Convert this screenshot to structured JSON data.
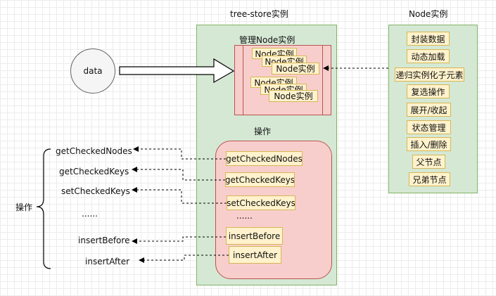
{
  "titles": {
    "tree_store": "tree-store实例",
    "node": "Node实例",
    "mgmt": "管理Node实例",
    "ops_group": "操作",
    "ops_left": "操作"
  },
  "data_label": "data",
  "node_instances": [
    "Node实例",
    "Node实例",
    "Node实例",
    "Node实例",
    "Node实例",
    "Node实例"
  ],
  "node_features": [
    "封装数据",
    "动态加载",
    "递归实例化子元素",
    "复选操作",
    "展开/收起",
    "状态管理",
    "插入/删除",
    "父节点",
    "兄弟节点"
  ],
  "operations": [
    "getCheckedNodes",
    "getCheckedKeys",
    "setCheckedKeys",
    "......",
    "insertBefore",
    "insertAfter"
  ]
}
